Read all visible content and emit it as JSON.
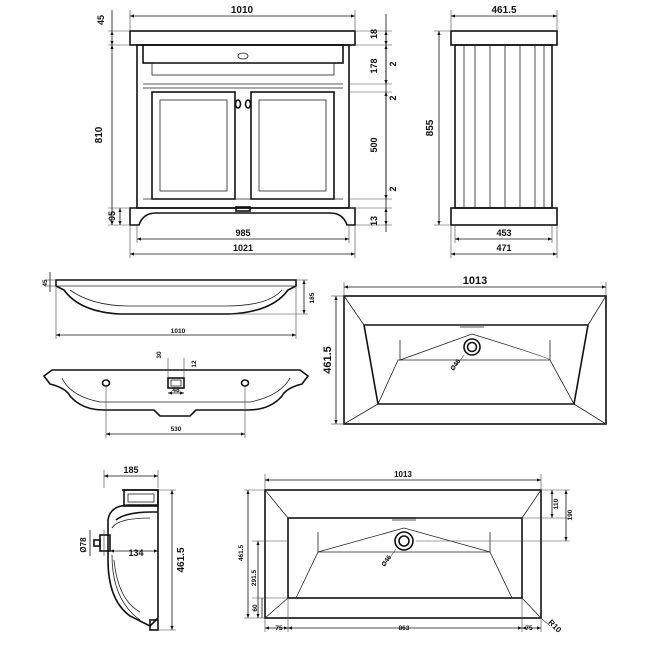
{
  "vanity_front": {
    "width_top": "1010",
    "top_thickness": "45",
    "total_height": "810",
    "plinth_height": "95",
    "base_width_inner": "985",
    "base_width_outer": "1021",
    "right_dims": [
      "18",
      "178",
      "2",
      "2",
      "500",
      "2",
      "13"
    ]
  },
  "vanity_side": {
    "depth_top": "461.5",
    "height": "855",
    "depth_inner": "453",
    "depth_outer": "471"
  },
  "basin_front": {
    "thickness": "45",
    "height": "185",
    "width": "1010"
  },
  "basin_top_view": {
    "width": "1013",
    "depth": "461.5",
    "waste_diameter": "Ø46"
  },
  "basin_under": {
    "dim_30": "30",
    "dim_12": "12",
    "dim_48": "48",
    "dim_530": "530"
  },
  "basin_section": {
    "depth": "185",
    "waste": "Ø78",
    "offset": "134",
    "height": "461.5"
  },
  "basin_plan": {
    "width": "1013",
    "dim_110": "110",
    "dim_190": "190",
    "depth": "461.5",
    "inner": "291.5",
    "dim_60": "60",
    "left": "75",
    "bowl": "863",
    "right": "75",
    "radius": "R10",
    "waste": "Ø46"
  }
}
